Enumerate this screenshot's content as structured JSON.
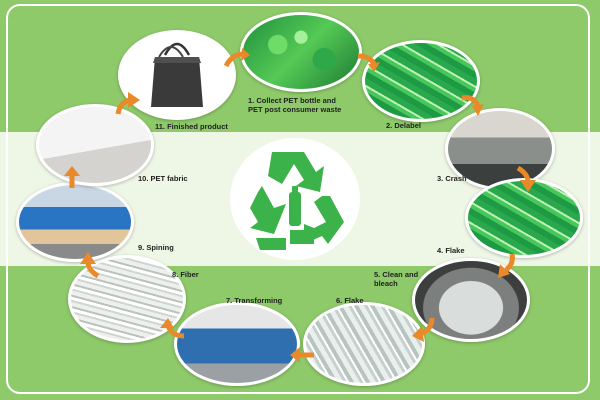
{
  "colors": {
    "band_green": "#8ec96a",
    "mid_background": "#eef6e6",
    "arrow_orange": "#e9892a",
    "recycle_green": "#3cb24a"
  },
  "center_icon": {
    "name": "recycle-bottle-icon"
  },
  "steps": [
    {
      "id": "collect",
      "label": "1. Collect PET bottle and\nPET post consumer waste",
      "icon": "green-bottle-pile-photo"
    },
    {
      "id": "delabel",
      "label": "2. Delabel",
      "icon": "green-flake-photo"
    },
    {
      "id": "crash",
      "label": "3. Crash",
      "icon": "crushing-machine-photo"
    },
    {
      "id": "flake4",
      "label": "4. Flake",
      "icon": "green-flake-photo"
    },
    {
      "id": "clean",
      "label": "5. Clean and\nbleach",
      "icon": "washing-machine-photo"
    },
    {
      "id": "flake6",
      "label": "6. Flake",
      "icon": "clean-flake-photo"
    },
    {
      "id": "transforming",
      "label": "7. Transforming",
      "icon": "extruder-machine-photo"
    },
    {
      "id": "fiber",
      "label": "8. Fiber",
      "icon": "fiber-photo"
    },
    {
      "id": "spining",
      "label": "9. Spining",
      "icon": "spinning-machine-photo"
    },
    {
      "id": "pet_fabric",
      "label": "10. PET fabric",
      "icon": "fabric-roll-photo"
    },
    {
      "id": "finished",
      "label": "11. Finished product",
      "icon": "tote-bag-photo"
    }
  ]
}
